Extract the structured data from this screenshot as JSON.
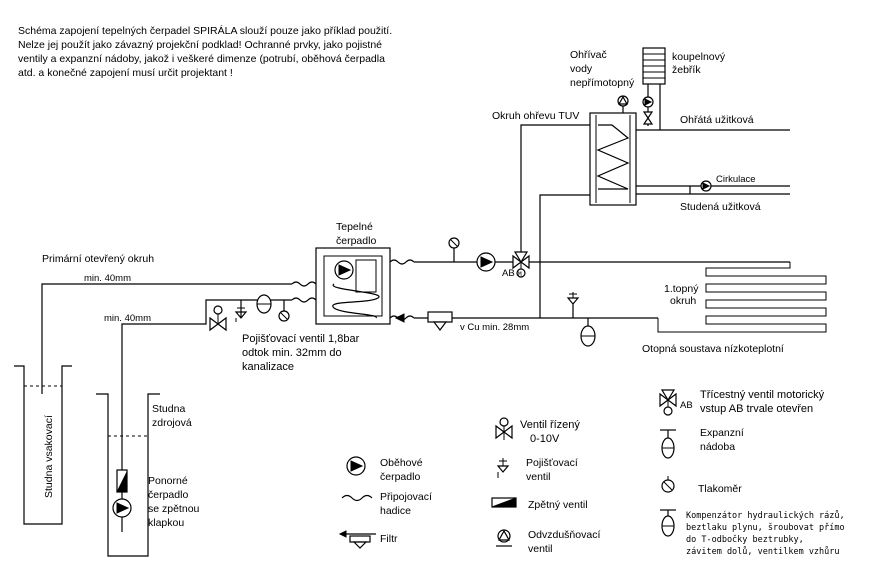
{
  "note": {
    "lines": [
      "Schéma zapojení tepelných čerpadel SPIRÁLA slouží pouze jako příklad použití.",
      "Nelze jej použít jako závazný projekční podklad! Ochranné prvky, jako pojistné",
      "ventily a expanzní nádoby, jakož i veškeré dimenze (potrubí, oběhová čerpadla",
      "atd. a konečné zapojení musí určit projektant !"
    ]
  },
  "labels": {
    "ohrivac": [
      "Ohřívač",
      "vody",
      "nepřímotopný"
    ],
    "koupelnovy": [
      "koupelnový",
      "žebřík"
    ],
    "okruh_tuv": "Okruh ohřevu TUV",
    "ohrata": "Ohřátá užitková",
    "cirkulace": "Cirkulace",
    "studena_uzitkova": "Studená užitková",
    "tepelne_cerpadlo": [
      "Tepelné",
      "čerpadlo"
    ],
    "ab_small": "AB",
    "primarni": "Primární otevřený okruh",
    "min40_top": "min. 40mm",
    "min40_bottom": "min. 40mm",
    "topny_okruh": [
      "1.topný",
      "okruh"
    ],
    "vcu": "v Cu min. 28mm",
    "pojistovaci_ventil_note": [
      "Pojišťovací ventil 1,8bar",
      "odtok min. 32mm do",
      "kanalizace"
    ],
    "otopna_soustava": "Otopná soustava nízkoteplotní",
    "studna_zdrojova": [
      "Studna",
      "zdrojová"
    ],
    "studna_vsakovaci": "Studna vsakovací",
    "ponorne_cerpadlo": [
      "Ponorné",
      "čerpadlo",
      "se zpětnou",
      "klapkou"
    ]
  },
  "legend": {
    "trojcestny": [
      "Třícestný ventil motorický",
      "vstup AB trvale otevřen"
    ],
    "ab": "AB",
    "ventil_rizeny": [
      "Ventil řízený",
      "0-10V"
    ],
    "expanzni": [
      "Expanzní",
      "nádoba"
    ],
    "obehove": [
      "Oběhové",
      "čerpadlo"
    ],
    "pojistovaci": [
      "Pojišťovací",
      "ventil"
    ],
    "tlakomer": "Tlakoměr",
    "pripojovaci": [
      "Připojovací",
      "hadice"
    ],
    "zpetny": "Zpětný ventil",
    "filtr": "Filtr",
    "odvzdusnovaci": [
      "Odvzdušňovací",
      "ventil"
    ],
    "kompenzator": [
      "Kompenzátor hydraulických rázů,",
      "beztlaku plynu, šroubovat přímo",
      "do T-odbočky beztrubky,",
      "závitem dolů, ventilkem vzhůru"
    ]
  }
}
